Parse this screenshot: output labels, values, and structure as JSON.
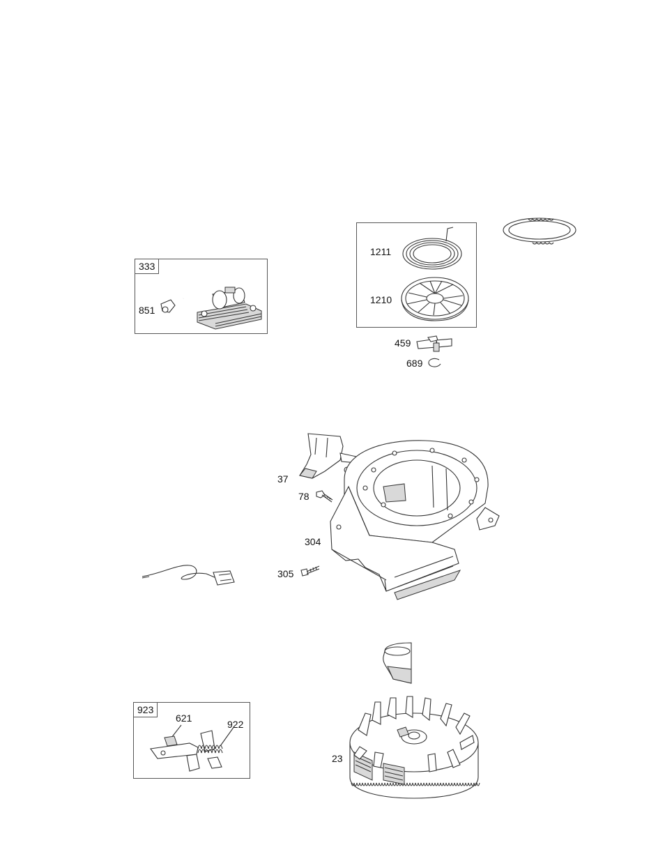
{
  "labels": {
    "ignition_kit": "333",
    "spark_plug_cover": "851",
    "rewind_spring": "1211",
    "rewind_pulley": "1210",
    "pawl": "459",
    "retainer_ring": "689",
    "air_guide": "37",
    "guide_screw": "78",
    "blower_housing": "304",
    "housing_screw": "305",
    "governor_kit": "923",
    "governor_link": "621",
    "governor_spring": "922",
    "flywheel": "23"
  }
}
